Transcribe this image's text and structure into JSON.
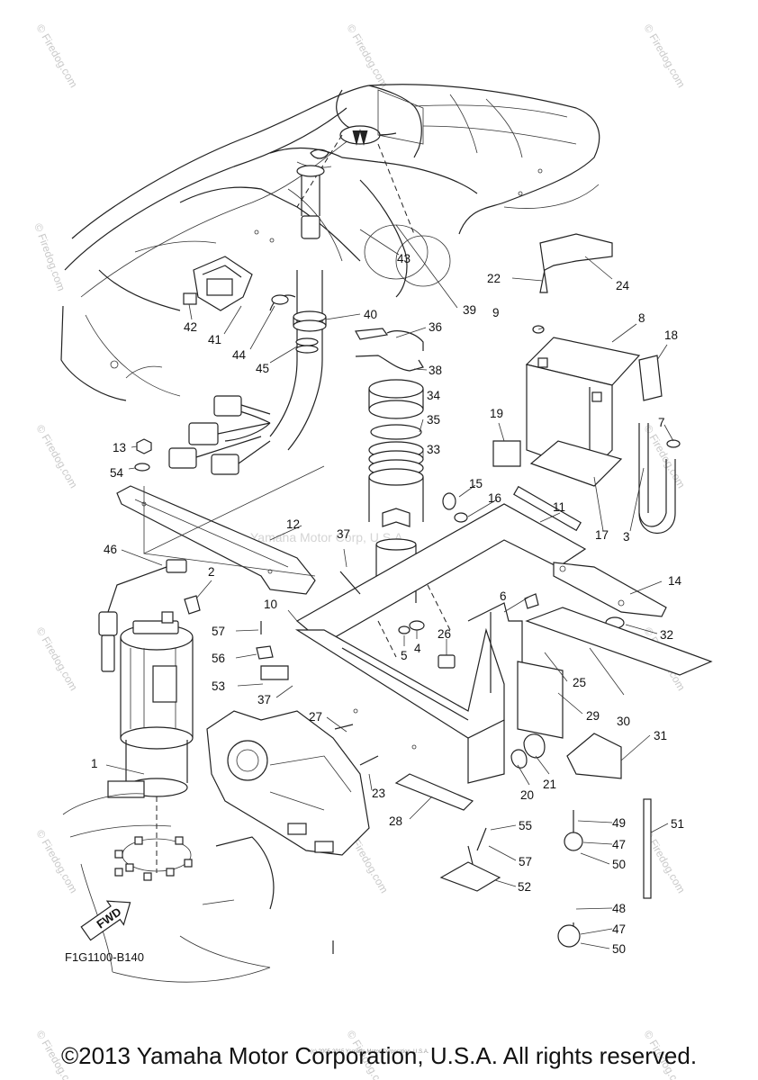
{
  "diagram": {
    "code": "F1G1100-B140",
    "fwd_label": "FWD",
    "watermark_center": "Yamaha Motor Corp, U.S.A.",
    "watermark_corner": "© Firedog.com",
    "tiny_copyright": "(c) 2005-2015 Yamaha Motor Corporation, U.S.A.",
    "callouts": [
      "1",
      "2",
      "3",
      "4",
      "5",
      "6",
      "7",
      "8",
      "9",
      "10",
      "11",
      "12",
      "13",
      "14",
      "15",
      "16",
      "17",
      "18",
      "19",
      "20",
      "21",
      "22",
      "23",
      "24",
      "25",
      "26",
      "27",
      "28",
      "29",
      "30",
      "31",
      "32",
      "33",
      "34",
      "35",
      "36",
      "37",
      "37",
      "38",
      "39",
      "40",
      "41",
      "42",
      "43",
      "44",
      "45",
      "46",
      "47",
      "47",
      "48",
      "49",
      "50",
      "50",
      "51",
      "52",
      "53",
      "54",
      "55",
      "56",
      "57",
      "57"
    ]
  },
  "footer": {
    "copyright": "©2013 Yamaha Motor Corporation, U.S.A. All rights reserved."
  }
}
